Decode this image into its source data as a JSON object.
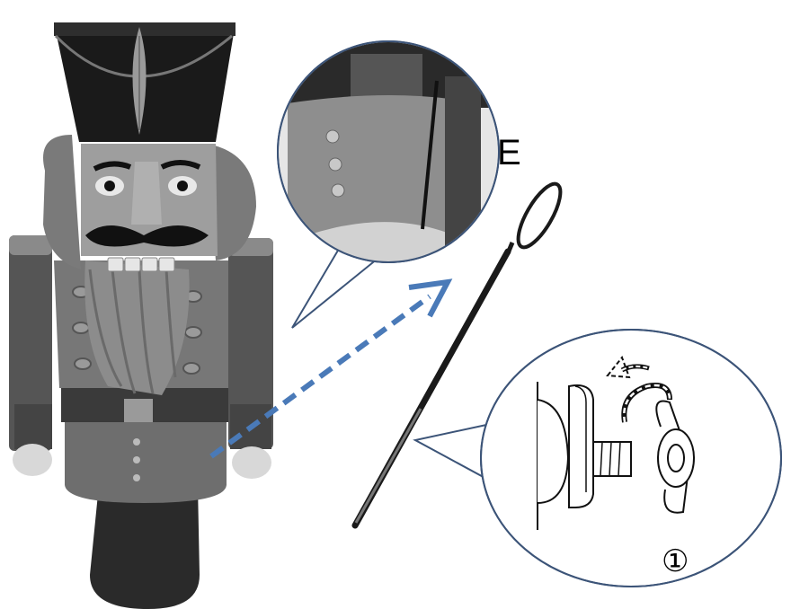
{
  "labels": {
    "part_letter": "E",
    "step_number": "①"
  },
  "colors": {
    "callout_stroke": "#3c5478",
    "arrow": "#4a7ab8",
    "figure_dark": "#1a1a1a",
    "figure_mid": "#707070",
    "figure_light": "#b4b4b4"
  },
  "icons": {
    "direction_arrow": "dashed-arrow",
    "rotate_hint": "curved-dashed-arrow"
  }
}
